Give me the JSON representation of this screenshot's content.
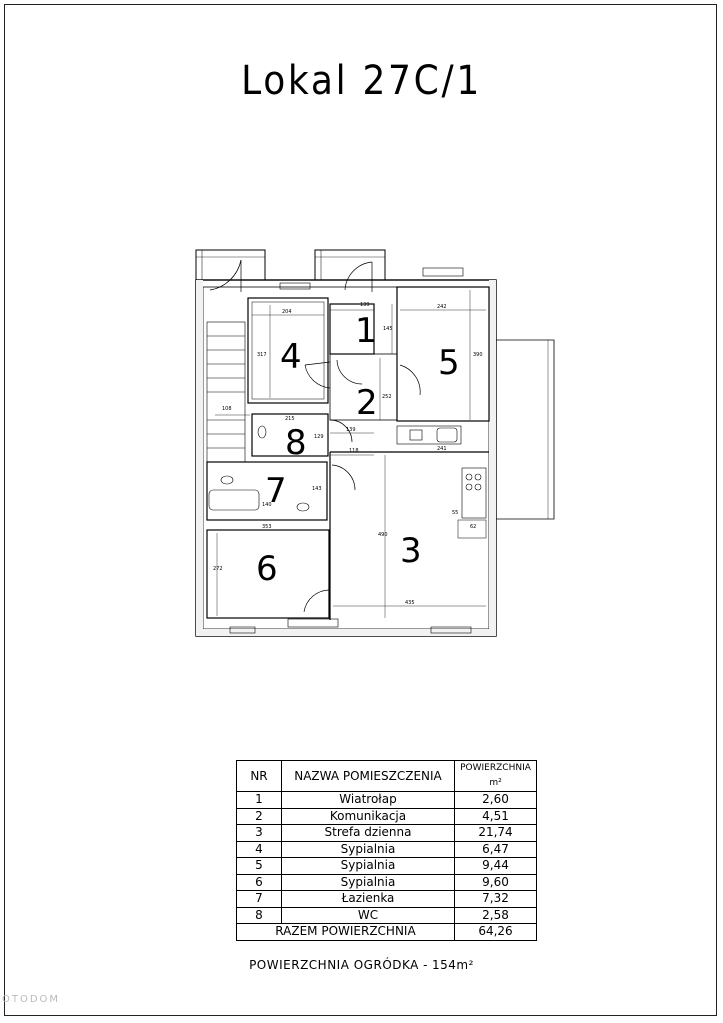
{
  "title": "Lokal 27C/1",
  "rooms_table": {
    "header": {
      "nr": "NR",
      "name": "NAZWA POMIESZCZENIA",
      "area": "POWIERZCHNIA m²"
    },
    "rows": [
      {
        "nr": "1",
        "name": "Wiatrołap",
        "area": "2,60"
      },
      {
        "nr": "2",
        "name": "Komunikacja",
        "area": "4,51"
      },
      {
        "nr": "3",
        "name": "Strefa dzienna",
        "area": "21,74"
      },
      {
        "nr": "4",
        "name": "Sypialnia",
        "area": "6,47"
      },
      {
        "nr": "5",
        "name": "Sypialnia",
        "area": "9,44"
      },
      {
        "nr": "6",
        "name": "Sypialnia",
        "area": "9,60"
      },
      {
        "nr": "7",
        "name": "Łazienka",
        "area": "7,32"
      },
      {
        "nr": "8",
        "name": "WC",
        "area": "2,58"
      }
    ],
    "total_label": "RAZEM POWIERZCHNIA",
    "total_value": "64,26"
  },
  "footer": {
    "label": "POWIERZCHNIA OGRÓDKA -",
    "value": "154m²"
  },
  "plan": {
    "room_labels": {
      "r1": "1",
      "r2": "2",
      "r3": "3",
      "r4": "4",
      "r5": "5",
      "r6": "6",
      "r7": "7",
      "r8": "8"
    },
    "dimensions": {
      "d_204": "204",
      "d_139a": "139",
      "d_242": "242",
      "d_317": "317",
      "d_145": "145",
      "d_390": "390",
      "d_252": "252",
      "d_108": "108",
      "d_215": "215",
      "d_139b": "139",
      "d_129": "129",
      "d_118": "118",
      "d_241": "241",
      "d_143": "143",
      "d_140": "140",
      "d_353": "353",
      "d_490": "490",
      "d_272": "272",
      "d_435": "435",
      "d_55": "55",
      "d_62": "62"
    }
  },
  "watermark": "OTODOM"
}
